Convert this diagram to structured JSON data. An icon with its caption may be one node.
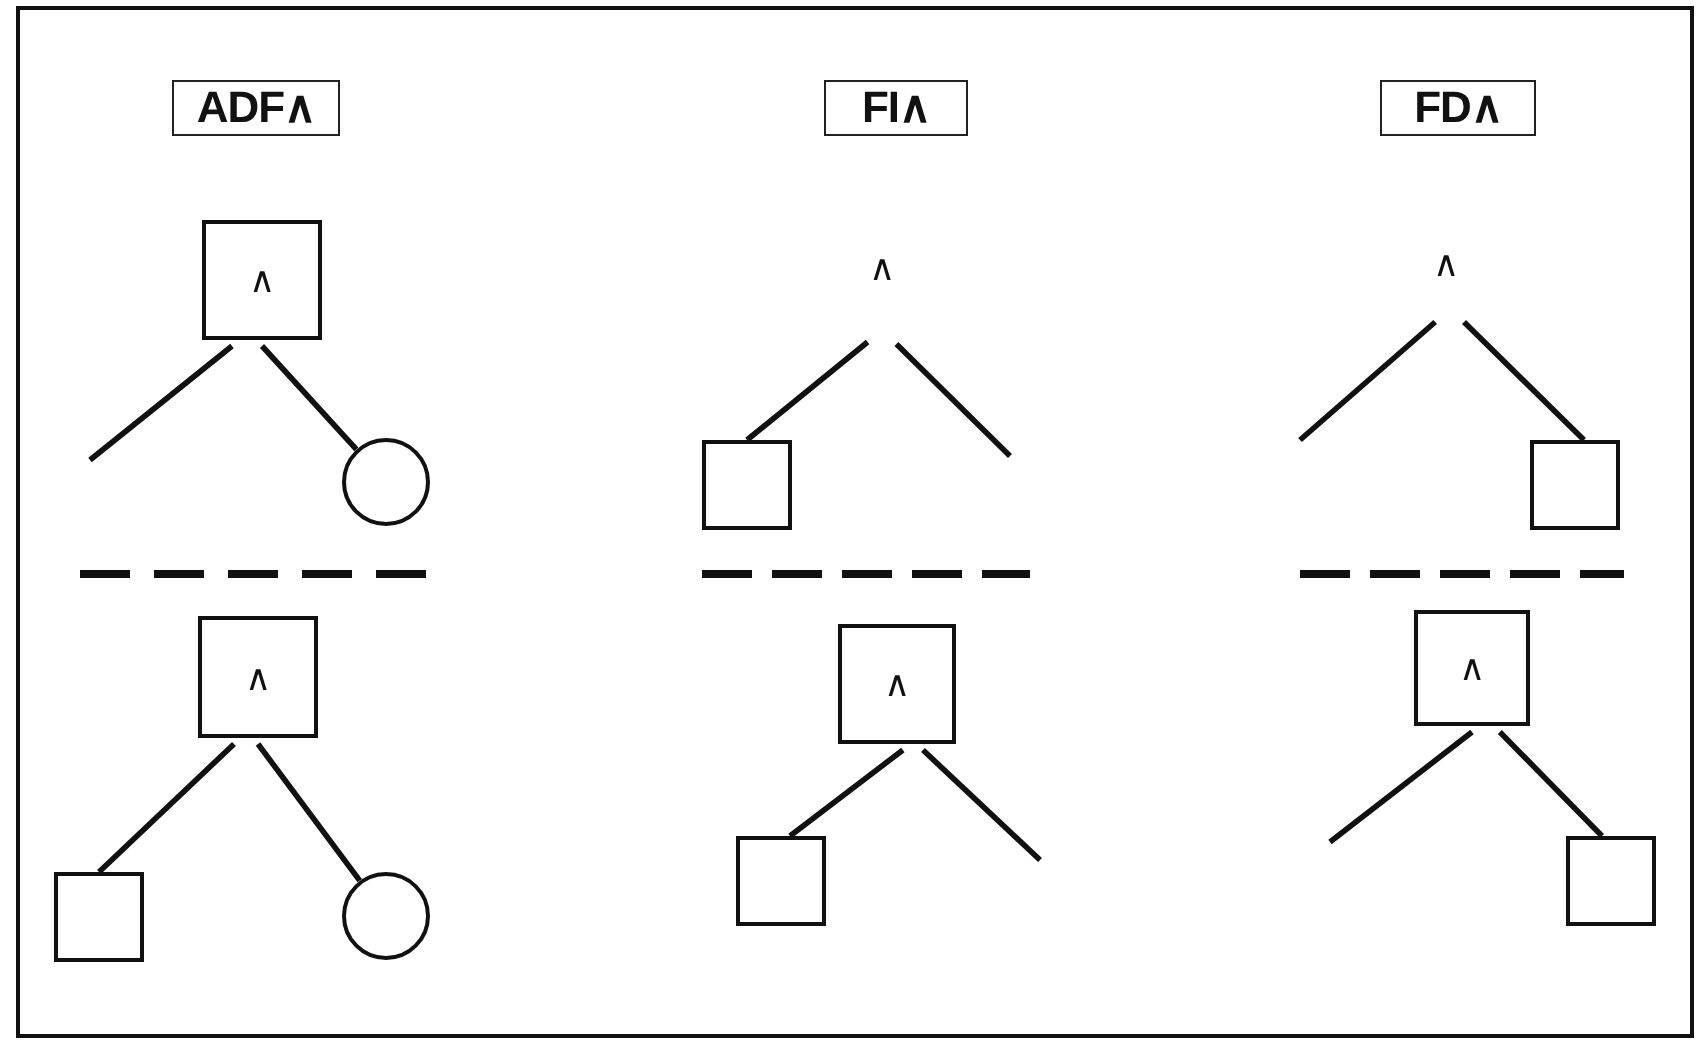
{
  "diagram": {
    "nodes": [
      {
        "text": [
          "ADF∧"
        ]
      },
      {
        "text": [
          "FI∧"
        ]
      },
      {
        "text": [
          "FD∧"
        ]
      },
      {
        "text": [
          "∧"
        ]
      },
      {
        "text": [],
        "shape": "circle"
      },
      {
        "text": [
          "∧"
        ]
      },
      {
        "text": [],
        "shape": "box"
      },
      {
        "text": [
          "∧"
        ]
      },
      {
        "text": [],
        "shape": "box"
      },
      {
        "text": [
          "∧"
        ]
      },
      {
        "text": [],
        "shape": "box"
      },
      {
        "text": [],
        "shape": "circle"
      },
      {
        "text": [
          "∧"
        ]
      },
      {
        "text": [],
        "shape": "box"
      },
      {
        "text": [
          "∧"
        ]
      },
      {
        "text": [],
        "shape": "box"
      }
    ],
    "edges": [
      {
        "from": 3,
        "to": null,
        "arrow": "none"
      },
      {
        "from": 3,
        "to": 4,
        "arrow": "none"
      },
      {
        "from": 5,
        "to": 6,
        "arrow": "none"
      },
      {
        "from": 5,
        "to": null,
        "arrow": "none"
      },
      {
        "from": 7,
        "to": null,
        "arrow": "none"
      },
      {
        "from": 7,
        "to": 8,
        "arrow": "none"
      },
      {
        "from": 9,
        "to": 10,
        "arrow": "none"
      },
      {
        "from": 9,
        "to": 11,
        "arrow": "none"
      },
      {
        "from": 12,
        "to": 13,
        "arrow": "none"
      },
      {
        "from": 12,
        "to": null,
        "arrow": "none"
      },
      {
        "from": 14,
        "to": null,
        "arrow": "none"
      },
      {
        "from": 14,
        "to": 15,
        "arrow": "none"
      }
    ]
  }
}
